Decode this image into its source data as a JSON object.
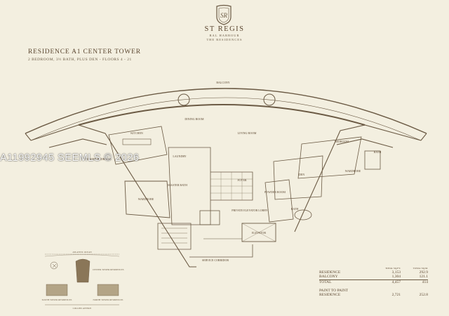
{
  "brand": {
    "logo_monogram": "SR",
    "name": "ST REGIS",
    "location": "BAL HARBOUR",
    "subtitle": "THE RESIDENCES"
  },
  "residence": {
    "title": "RESIDENCE A1 CENTER TOWER",
    "subtitle": "2 BEDROOM, 3½ BATH, PLUS DEN - FLOORS 4 - 21"
  },
  "rooms": {
    "balcony": "BALCONY",
    "dining_room": "DINING ROOM",
    "kitchen": "KITCHEN",
    "laundry": "LAUNDRY",
    "living_room": "LIVING ROOM",
    "bedroom": "BEDROOM",
    "bath_right": "BATH",
    "wardrobe_right": "WARDROBE",
    "master_bedroom": "MASTER BEDROOM",
    "master_bath": "MASTER BATH",
    "wardrobe_left": "WARDROBE",
    "foyer": "FOYER",
    "den": "DEN",
    "powder_room": "POWDER ROOM",
    "bath_center": "BATH",
    "private_elevator_lobby": "PRIVATE ELEVATOR LOBBY",
    "elevator": "ELEVATOR",
    "service_corridor": "SERVICE CORRIDOR"
  },
  "keyplan": {
    "ocean": "ATLANTIC OCEAN",
    "center_tower": "CENTER TOWER RESIDENCES",
    "south_tower": "SOUTH TOWER RESIDENCES",
    "north_tower": "NORTH TOWER RESIDENCES",
    "street": "COLLINS AVENUE"
  },
  "watermark": "A11992945  SEEMLS © 2026",
  "areas": {
    "col_sqft": "TOTAL SQ.FT.",
    "col_sqm": "TOTAL SQ.M.",
    "rows": [
      {
        "label": "RESIDENCE",
        "sqft": "3,153",
        "sqm": "292.9"
      },
      {
        "label": "BALCONY",
        "sqft": "1,304",
        "sqm": "121.1"
      }
    ],
    "total": {
      "label": "TOTAL",
      "sqft": "4,457",
      "sqm": "414"
    },
    "paint": {
      "label1": "PAINT TO PAINT",
      "label2": "RESIDENCE",
      "sqft": "2,721",
      "sqm": "252.8"
    }
  },
  "colors": {
    "background": "#f3efe0",
    "ink": "#5b4630",
    "wall": "#6b5a44"
  }
}
